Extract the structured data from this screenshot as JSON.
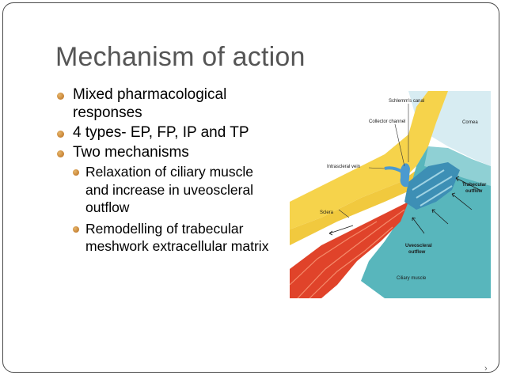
{
  "title": "Mechanism of action",
  "bullets": [
    {
      "text": "Mixed pharmacological responses"
    },
    {
      "text": "4 types- EP, FP, IP and TP"
    },
    {
      "text": "Two mechanisms",
      "sub": [
        {
          "text": "Relaxation of ciliary muscle and increase in uveoscleral outflow"
        },
        {
          "text": "Remodelling of trabecular meshwork extracellular matrix"
        }
      ]
    }
  ],
  "figure": {
    "labels": {
      "schlemms_canal": "Schlemm's canal",
      "collector_channel": "Collector channel",
      "cornea": "Cornea",
      "intrascleral_vein": "Intrascleral vein",
      "trabecular_outflow_1": "Trabecular",
      "trabecular_outflow_2": "outflow",
      "sclera": "Sclera",
      "uveoscleral_outflow_1": "Uveoscleral",
      "uveoscleral_outflow_2": "outflow",
      "ciliary_muscle": "Ciliary muscle"
    }
  },
  "nav": {
    "arrow": "›"
  }
}
